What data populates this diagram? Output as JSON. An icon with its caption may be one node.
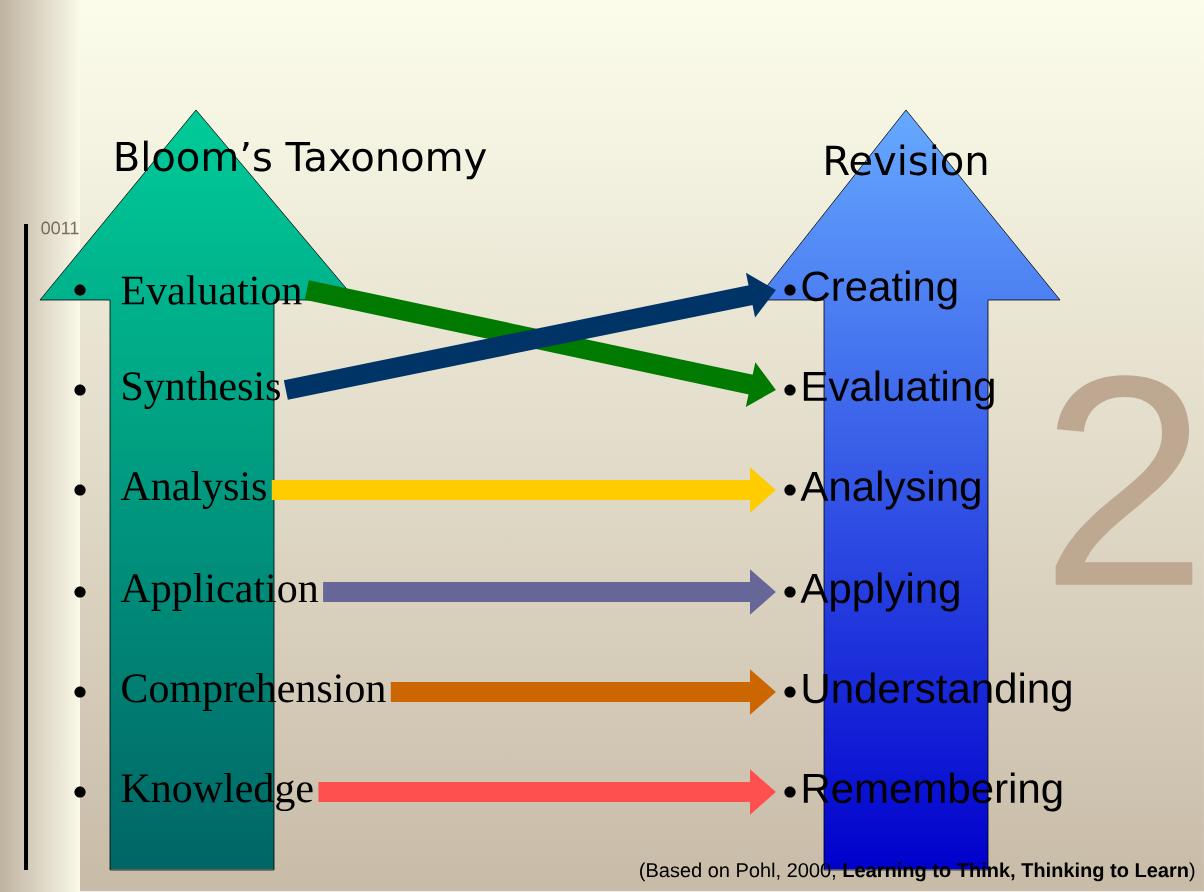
{
  "diagram": {
    "caption": "(Based on Pohl, 2000, **Learning to Think, Thinking to Learn**)",
    "nodes": [
      {
        "text": [
          "Evaluation"
        ]
      },
      {
        "text": [
          "Synthesis"
        ]
      },
      {
        "text": [
          "Analysis"
        ]
      },
      {
        "text": [
          "Application"
        ]
      },
      {
        "text": [
          "Comprehension"
        ]
      },
      {
        "text": [
          "Knowledge"
        ]
      },
      {
        "text": [
          "Creating"
        ]
      },
      {
        "text": [
          "Evaluating"
        ]
      },
      {
        "text": [
          "Analysing"
        ]
      },
      {
        "text": [
          "Applying"
        ]
      },
      {
        "text": [
          "Understanding"
        ]
      },
      {
        "text": [
          "Remembering"
        ]
      }
    ],
    "edges": [
      {
        "from": 0,
        "to": 7,
        "arrow": "to",
        "color": "#007a00"
      },
      {
        "from": 1,
        "to": 6,
        "arrow": "to",
        "color": "#003366"
      },
      {
        "from": 2,
        "to": 8,
        "arrow": "to",
        "color": "#ffcc00"
      },
      {
        "from": 3,
        "to": 9,
        "arrow": "to",
        "color": "#666699"
      },
      {
        "from": 4,
        "to": 10,
        "arrow": "to",
        "color": "#cc6600"
      },
      {
        "from": 5,
        "to": 11,
        "arrow": "to",
        "color": "#ff5050"
      }
    ],
    "labels": [
      "Bloom’s Taxonomy",
      "Revision",
      "0011",
      "2"
    ]
  }
}
